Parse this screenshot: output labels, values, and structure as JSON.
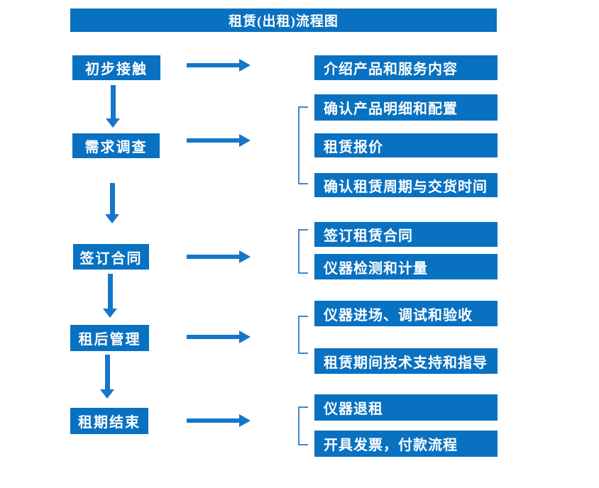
{
  "title": "租赁(出租)流程图",
  "colors": {
    "box_blue": "#0971c1",
    "arrow_blue": "#1576cb",
    "bracket_blue": "#4288cb",
    "text_white": "#ffffff"
  },
  "stages": [
    {
      "label": "初步接触",
      "outputs": [
        "介绍产品和服务内容"
      ]
    },
    {
      "label": "需求调查",
      "outputs": [
        "确认产品明细和配置",
        "租赁报价",
        "确认租赁周期与交货时间"
      ]
    },
    {
      "label": "签订合同",
      "outputs": [
        "签订租赁合同",
        "仪器检测和计量"
      ]
    },
    {
      "label": "租后管理",
      "outputs": [
        "仪器进场、调试和验收",
        "租赁期间技术支持和指导"
      ]
    },
    {
      "label": "租期结束",
      "outputs": [
        "仪器退租",
        "开具发票，付款流程"
      ]
    }
  ]
}
